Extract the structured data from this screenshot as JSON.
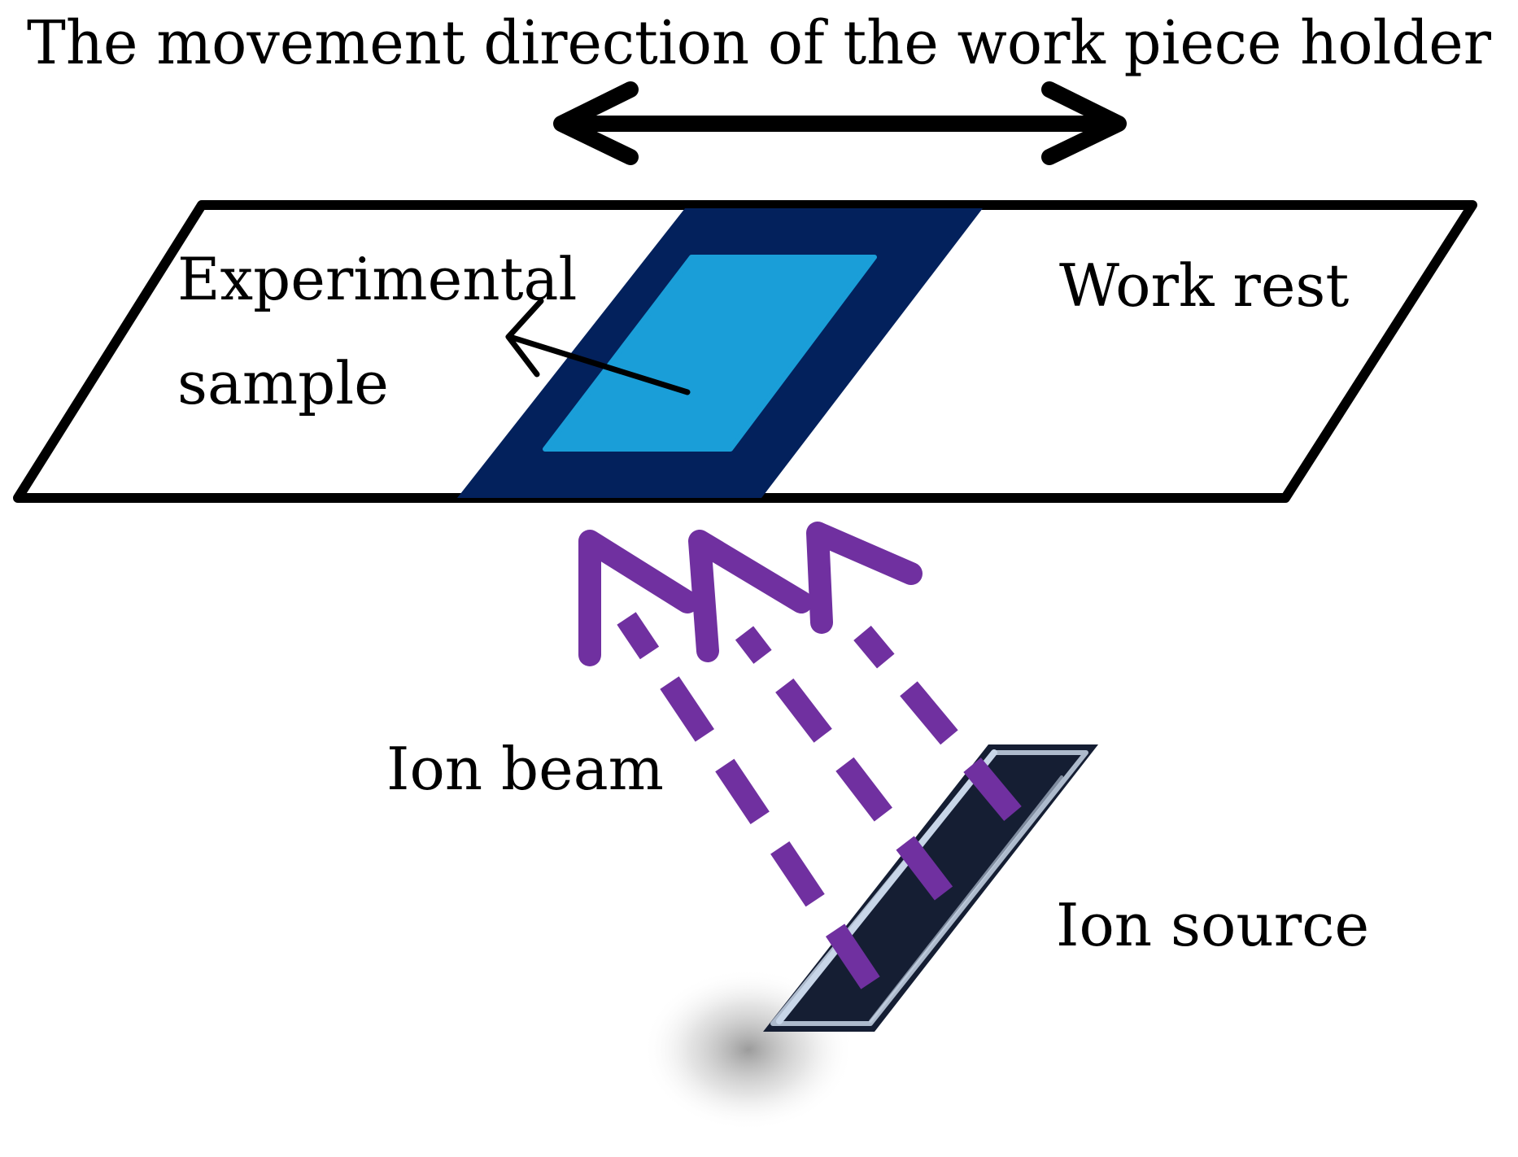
{
  "labels": {
    "title": "The movement direction of the work piece holder",
    "experimental_line1": "Experimental",
    "experimental_line2": "sample",
    "work_rest": "Work rest",
    "ion_beam": "Ion beam",
    "ion_source": "Ion source"
  },
  "colors": {
    "outline": "#000000",
    "holder_fill": "#ffffff",
    "sample_frame": "#03215c",
    "sample_surface": "#1a9ed8",
    "ion_beam": "#7030a0",
    "ion_source_body": "#151e33",
    "ion_source_highlight": "#c8d6e8"
  },
  "icons": {
    "movement_arrow": "double-headed-arrow",
    "beam_arrows": "upward-arrow"
  }
}
